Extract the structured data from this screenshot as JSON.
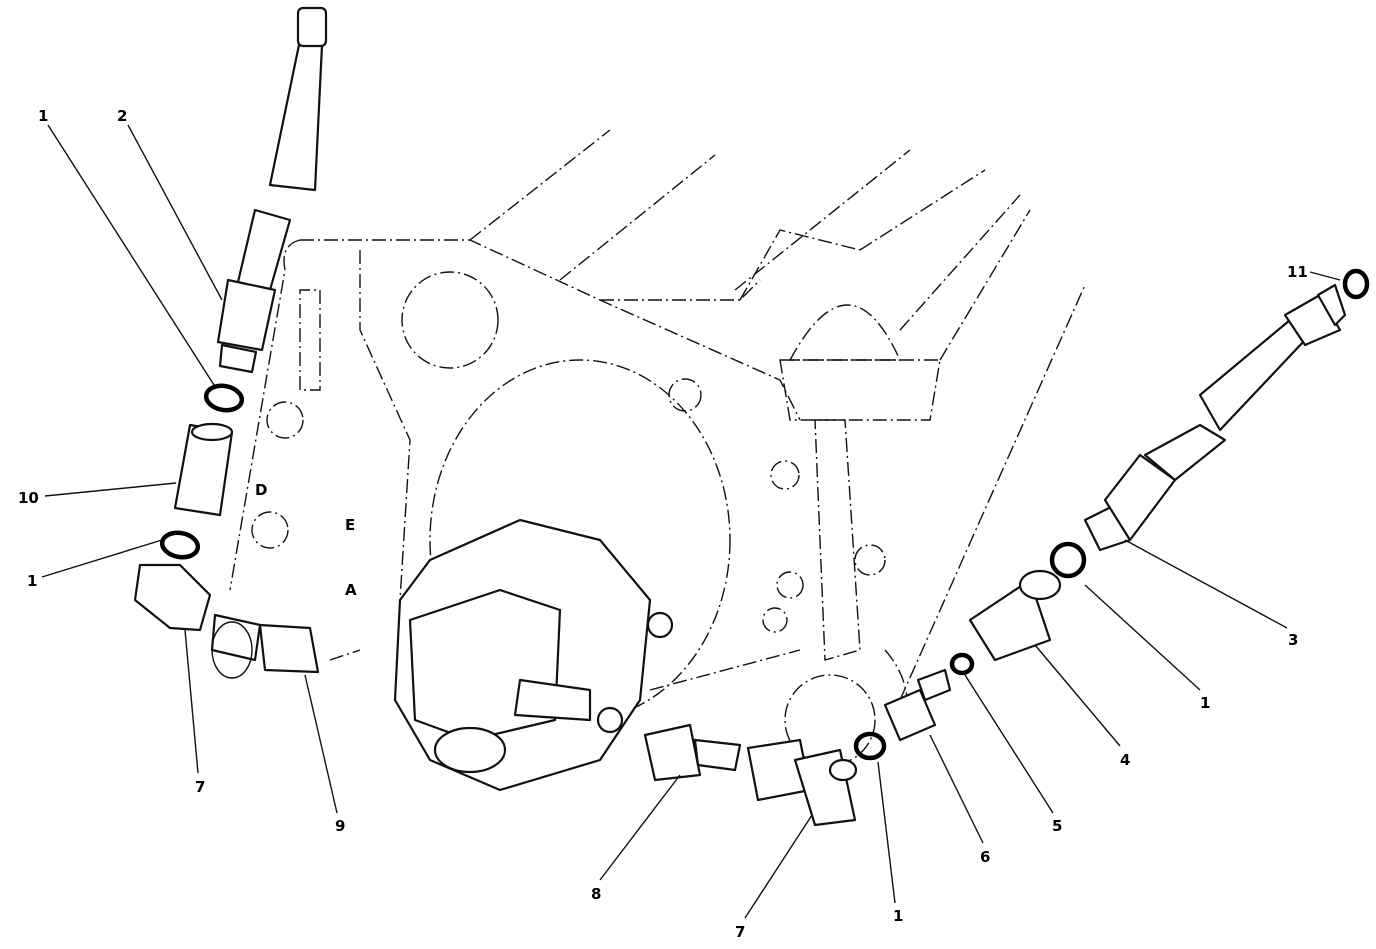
{
  "diagram": {
    "type": "exploded parts illustration",
    "callouts": [
      {
        "id": "c1a",
        "text": "1"
      },
      {
        "id": "c2",
        "text": "2"
      },
      {
        "id": "c10",
        "text": "10"
      },
      {
        "id": "c1b",
        "text": "1"
      },
      {
        "id": "c7a",
        "text": "7"
      },
      {
        "id": "c9",
        "text": "9"
      },
      {
        "id": "c8",
        "text": "8"
      },
      {
        "id": "c7b",
        "text": "7"
      },
      {
        "id": "c1c",
        "text": "1"
      },
      {
        "id": "c6",
        "text": "6"
      },
      {
        "id": "c5",
        "text": "5"
      },
      {
        "id": "c4",
        "text": "4"
      },
      {
        "id": "c1d",
        "text": "1"
      },
      {
        "id": "c3",
        "text": "3"
      },
      {
        "id": "c11",
        "text": "11"
      }
    ],
    "plate_markings": [
      "D",
      "E",
      "A"
    ]
  }
}
